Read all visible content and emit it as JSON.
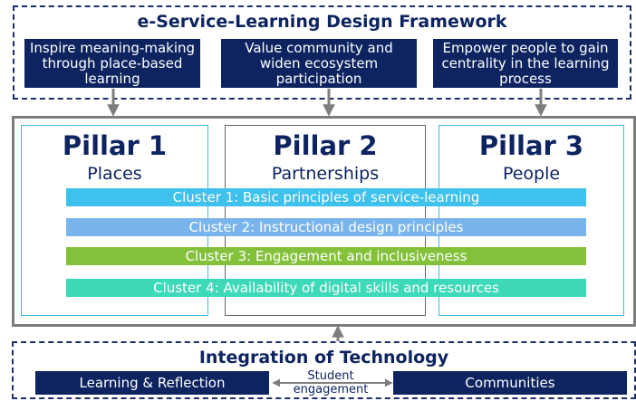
{
  "framework": {
    "title": "e-Service-Learning Design Framework",
    "goals": [
      "Inspire meaning-making through place-based learning",
      "Value community and widen ecosystem participation",
      "Empower people to gain centrality in the learning process"
    ]
  },
  "pillars": [
    {
      "title": "Pillar 1",
      "subtitle": "Places"
    },
    {
      "title": "Pillar 2",
      "subtitle": "Partnerships"
    },
    {
      "title": "Pillar 3",
      "subtitle": "People"
    }
  ],
  "clusters": [
    "Cluster 1: Basic principles of service-learning",
    "Cluster 2: Instructional design principles",
    "Cluster 3: Engagement and inclusiveness",
    "Cluster 4: Availability of digital skills and resources"
  ],
  "integration": {
    "title": "Integration of Technology",
    "left_box": "Learning & Reflection",
    "connector": "Student engagement",
    "right_box": "Communities"
  },
  "colors": {
    "navy": "#0d2460",
    "pillar_border": "#3fb8e4",
    "cluster_1": "#3ec1ec",
    "cluster_2": "#79b5ec",
    "cluster_3": "#84c13a",
    "cluster_4": "#3dd9b9"
  }
}
